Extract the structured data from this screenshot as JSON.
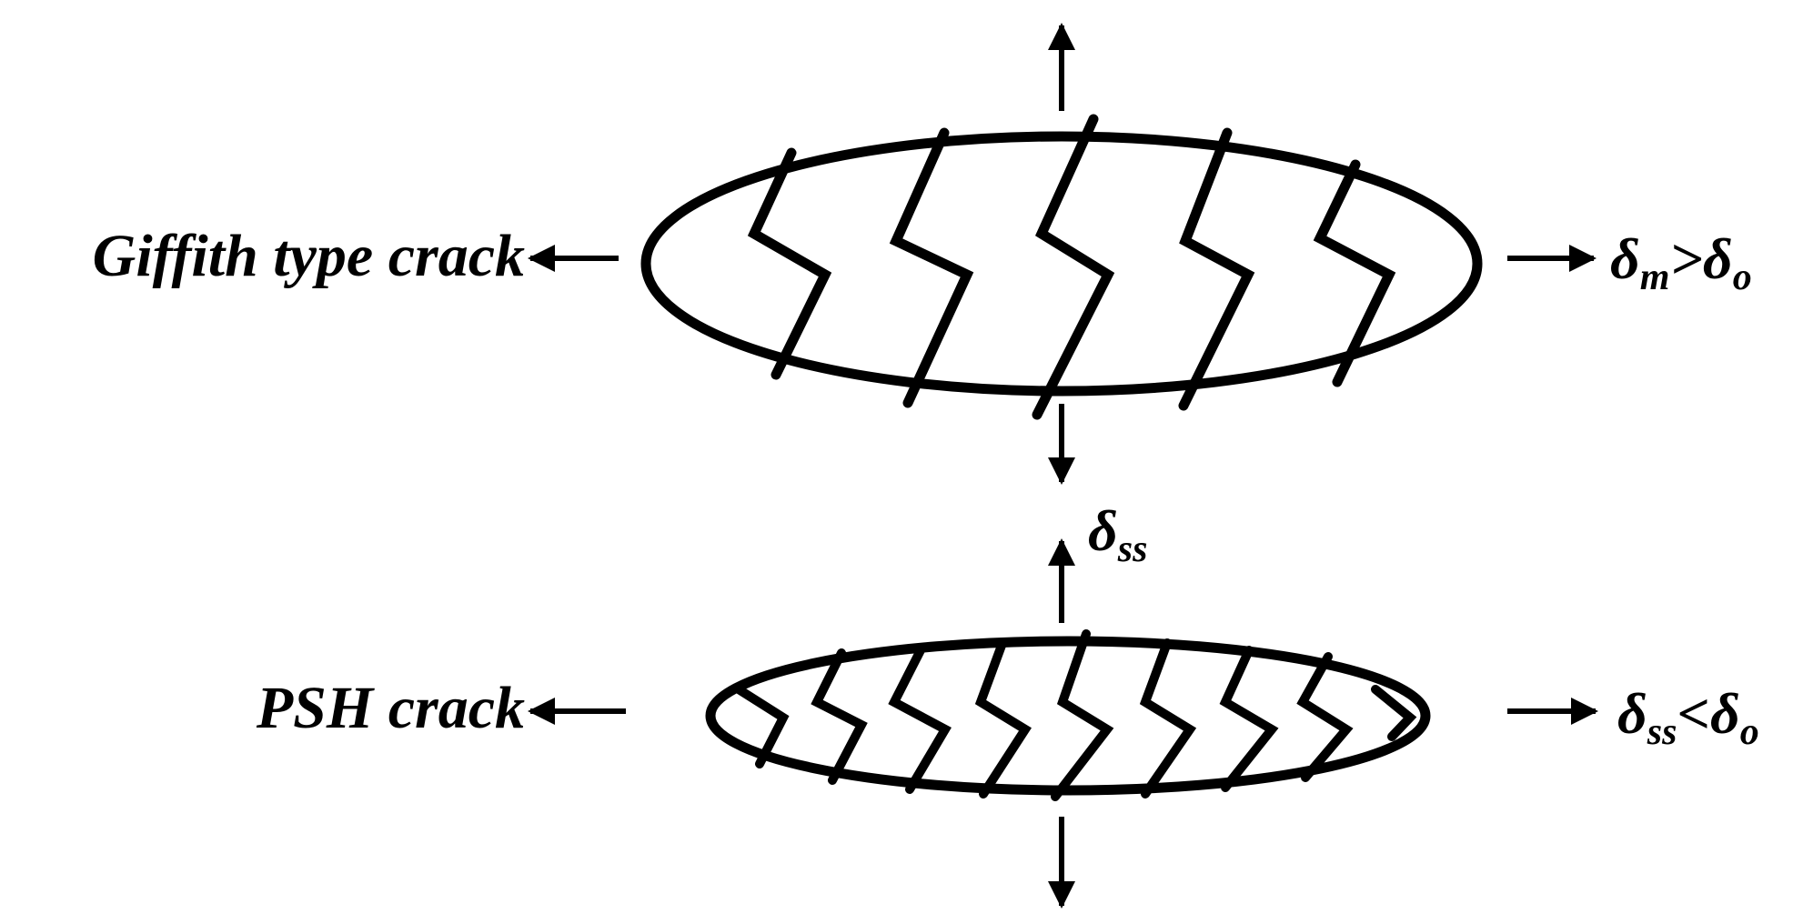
{
  "labels": {
    "griffith": "Giffith type crack",
    "griffith_cond": {
      "main": "δ",
      "sub1": "m",
      "op": ">",
      "main2": "δ",
      "sub2": "o"
    },
    "mid": {
      "main": "δ",
      "sub": "ss"
    },
    "psh": "PSH crack",
    "psh_cond": {
      "main": "δ",
      "sub1": "ss",
      "op": "<",
      "main2": "δ",
      "sub2": "o"
    }
  },
  "colors": {
    "ink": "#000000",
    "background": "#ffffff"
  }
}
